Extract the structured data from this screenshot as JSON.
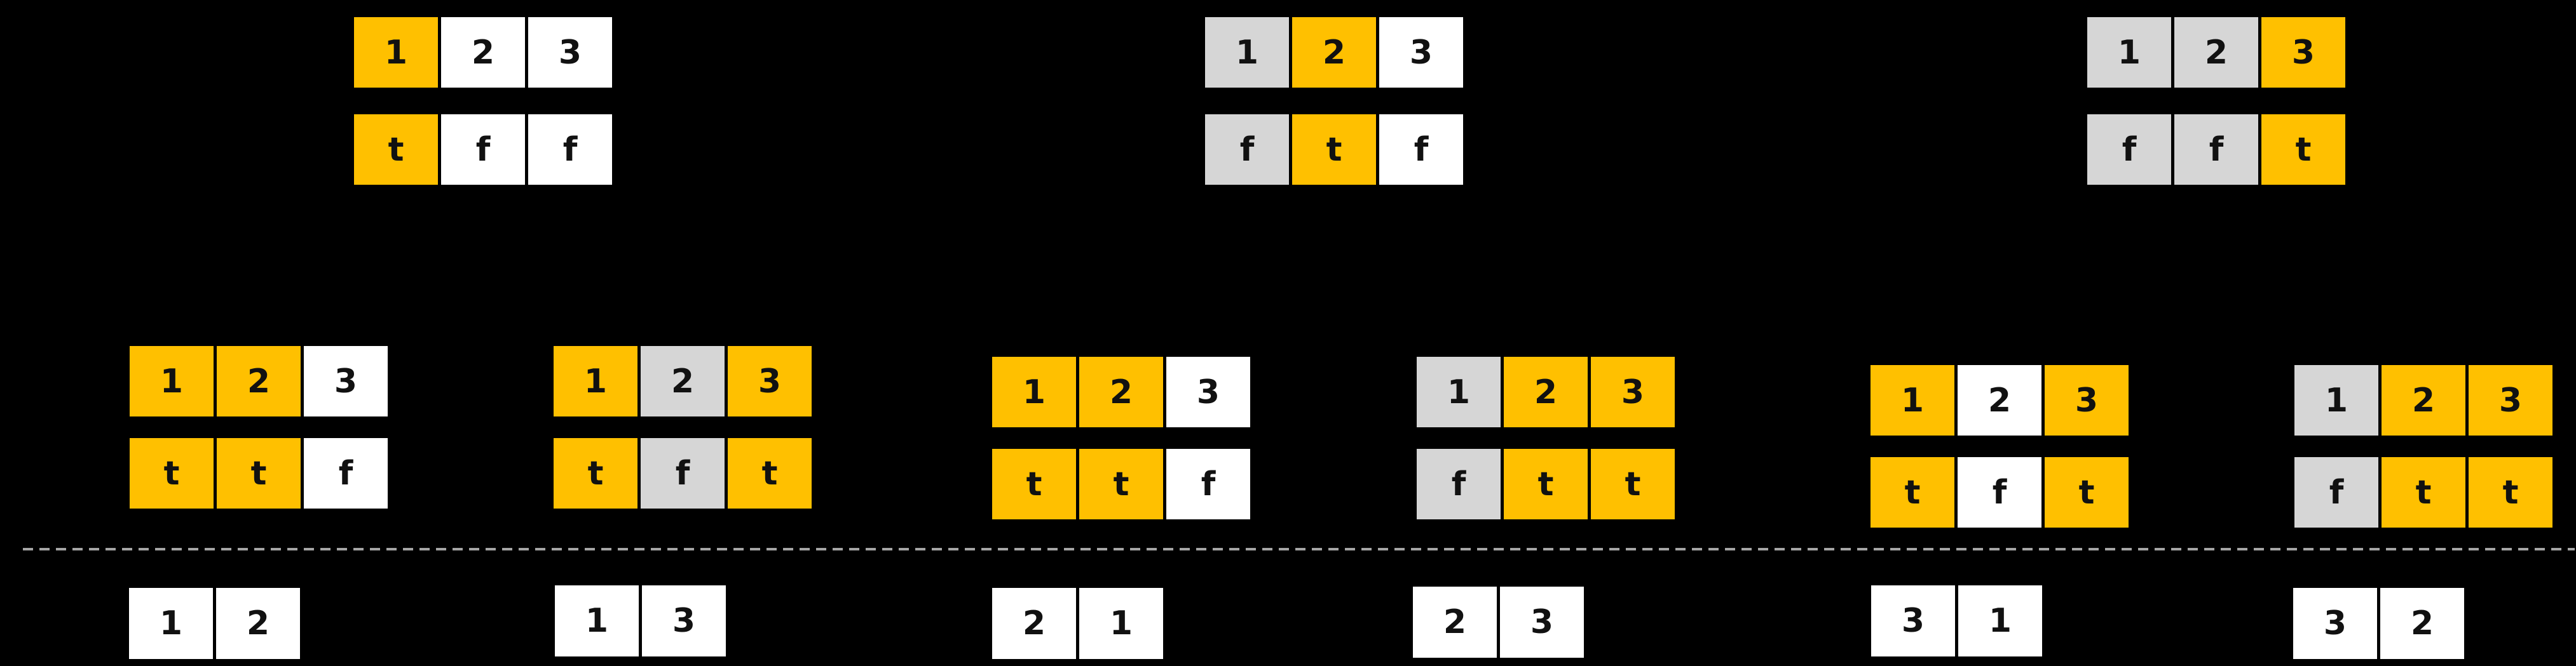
{
  "colors": {
    "active": "#FFC000",
    "visited": "#D6D6D6",
    "open": "#FFFFFF",
    "background": "#000000",
    "divider": "#A6A6A6",
    "cell_text": "#111111"
  },
  "rows": {
    "top": [
      {
        "nums": [
          {
            "label": "1",
            "state": "active"
          },
          {
            "label": "2",
            "state": "open"
          },
          {
            "label": "3",
            "state": "open"
          }
        ],
        "used": [
          {
            "label": "t",
            "state": "active"
          },
          {
            "label": "f",
            "state": "open"
          },
          {
            "label": "f",
            "state": "open"
          }
        ]
      },
      {
        "nums": [
          {
            "label": "1",
            "state": "visited"
          },
          {
            "label": "2",
            "state": "active"
          },
          {
            "label": "3",
            "state": "open"
          }
        ],
        "used": [
          {
            "label": "f",
            "state": "visited"
          },
          {
            "label": "t",
            "state": "active"
          },
          {
            "label": "f",
            "state": "open"
          }
        ]
      },
      {
        "nums": [
          {
            "label": "1",
            "state": "visited"
          },
          {
            "label": "2",
            "state": "visited"
          },
          {
            "label": "3",
            "state": "active"
          }
        ],
        "used": [
          {
            "label": "f",
            "state": "visited"
          },
          {
            "label": "f",
            "state": "visited"
          },
          {
            "label": "t",
            "state": "active"
          }
        ]
      }
    ],
    "middle": [
      {
        "nums": [
          {
            "label": "1",
            "state": "active"
          },
          {
            "label": "2",
            "state": "active"
          },
          {
            "label": "3",
            "state": "open"
          }
        ],
        "used": [
          {
            "label": "t",
            "state": "active"
          },
          {
            "label": "t",
            "state": "active"
          },
          {
            "label": "f",
            "state": "open"
          }
        ]
      },
      {
        "nums": [
          {
            "label": "1",
            "state": "active"
          },
          {
            "label": "2",
            "state": "visited"
          },
          {
            "label": "3",
            "state": "active"
          }
        ],
        "used": [
          {
            "label": "t",
            "state": "active"
          },
          {
            "label": "f",
            "state": "visited"
          },
          {
            "label": "t",
            "state": "active"
          }
        ]
      },
      {
        "nums": [
          {
            "label": "1",
            "state": "active"
          },
          {
            "label": "2",
            "state": "active"
          },
          {
            "label": "3",
            "state": "open"
          }
        ],
        "used": [
          {
            "label": "t",
            "state": "active"
          },
          {
            "label": "t",
            "state": "active"
          },
          {
            "label": "f",
            "state": "open"
          }
        ]
      },
      {
        "nums": [
          {
            "label": "1",
            "state": "visited"
          },
          {
            "label": "2",
            "state": "active"
          },
          {
            "label": "3",
            "state": "active"
          }
        ],
        "used": [
          {
            "label": "f",
            "state": "visited"
          },
          {
            "label": "t",
            "state": "active"
          },
          {
            "label": "t",
            "state": "active"
          }
        ]
      },
      {
        "nums": [
          {
            "label": "1",
            "state": "active"
          },
          {
            "label": "2",
            "state": "open"
          },
          {
            "label": "3",
            "state": "active"
          }
        ],
        "used": [
          {
            "label": "t",
            "state": "active"
          },
          {
            "label": "f",
            "state": "open"
          },
          {
            "label": "t",
            "state": "active"
          }
        ]
      },
      {
        "nums": [
          {
            "label": "1",
            "state": "visited"
          },
          {
            "label": "2",
            "state": "active"
          },
          {
            "label": "3",
            "state": "active"
          }
        ],
        "used": [
          {
            "label": "f",
            "state": "visited"
          },
          {
            "label": "t",
            "state": "active"
          },
          {
            "label": "t",
            "state": "active"
          }
        ]
      }
    ],
    "bottom": [
      {
        "cells": [
          {
            "label": "1",
            "state": "open"
          },
          {
            "label": "2",
            "state": "open"
          }
        ]
      },
      {
        "cells": [
          {
            "label": "1",
            "state": "open"
          },
          {
            "label": "3",
            "state": "open"
          }
        ]
      },
      {
        "cells": [
          {
            "label": "2",
            "state": "open"
          },
          {
            "label": "1",
            "state": "open"
          }
        ]
      },
      {
        "cells": [
          {
            "label": "2",
            "state": "open"
          },
          {
            "label": "3",
            "state": "open"
          }
        ]
      },
      {
        "cells": [
          {
            "label": "3",
            "state": "open"
          },
          {
            "label": "1",
            "state": "open"
          }
        ]
      },
      {
        "cells": [
          {
            "label": "3",
            "state": "open"
          },
          {
            "label": "2",
            "state": "open"
          }
        ]
      }
    ]
  }
}
